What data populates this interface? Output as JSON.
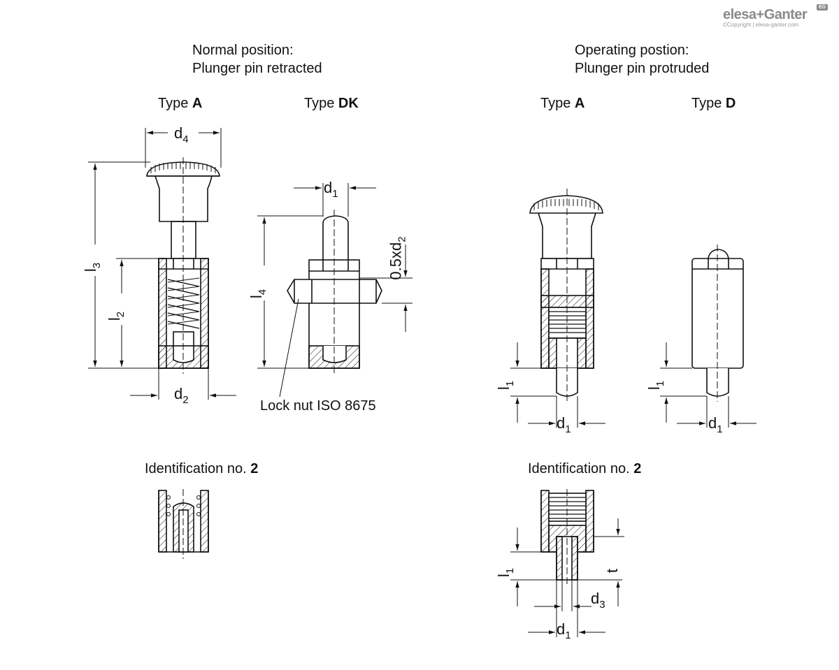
{
  "logo": {
    "brand": "elesa+Ganter",
    "copyright": "©Copyright | elesa-ganter.com",
    "badge": "EG"
  },
  "headings": {
    "normal_line1": "Normal position:",
    "normal_line2": "Plunger pin retracted",
    "operating_line1": "Operating postion:",
    "operating_line2": "Plunger pin protruded"
  },
  "types": {
    "prefix": "Type",
    "a": "A",
    "dk": "DK",
    "d": "D"
  },
  "identification": {
    "text": "Identification no.",
    "number": "2"
  },
  "dimensions": {
    "d": "d",
    "l": "l",
    "sub1": "1",
    "sub2": "2",
    "sub3": "3",
    "sub4": "4",
    "t": "t",
    "half_d2_prefix": "0.5xd",
    "half_d2_sub": "2"
  },
  "callout": {
    "lock_nut": "Lock nut ISO 8675"
  },
  "colors": {
    "line": "#111111",
    "logo": "#8a8a8a"
  }
}
